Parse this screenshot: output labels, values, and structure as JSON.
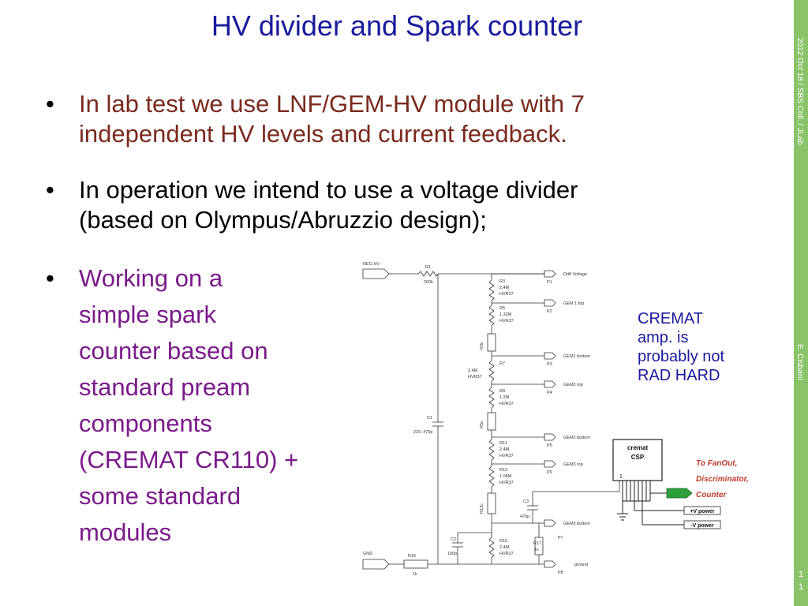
{
  "slide": {
    "title": "HV divider and Spark counter",
    "sidebar_top": "2012 Oct 18 / SBS Coll. / JLab",
    "sidebar_author": "E. Cisbani",
    "page_num_1": "1",
    "page_num_2": "1"
  },
  "bullets": [
    {
      "lines": [
        "In lab test we use LNF/GEM-HV module with 7",
        "independent HV levels and current feedback."
      ],
      "color": "#7a2a1e"
    },
    {
      "lines": [
        "In operation we intend to use a voltage divider",
        "(based on Olympus/Abruzzio design);"
      ],
      "color": "#000000"
    },
    {
      "lines": [
        "Working on a",
        "simple spark",
        "counter based on",
        "standard pream",
        "components",
        "(CREMAT CR110) +",
        "some standard",
        "modules"
      ],
      "color": "#7a1a8a"
    }
  ],
  "annotation": {
    "lines": [
      "CREMAT",
      "amp. is",
      "probably not",
      "RAD HARD"
    ]
  },
  "schematic": {
    "neg_hv": "NEG HV",
    "gnd": "GND",
    "r1": "R1",
    "r1_val": "200k",
    "rm": "R16",
    "rm_val": "1k",
    "c1": "C1",
    "c1_val": "220..470p",
    "c2": "C2",
    "c2_val": "100p",
    "c3": "C3",
    "c3_val": "470p",
    "rlab_a": "R3c",
    "rlab_b": "R5c",
    "rlab_c": "R13c",
    "r17": "R17",
    "r17_val": "1k",
    "resistors": [
      {
        "name": "R3",
        "val": "2.4M",
        "type": "HVR37"
      },
      {
        "name": "R5",
        "val": "1.32M",
        "type": "HVR37"
      },
      {
        "name": "R7",
        "val": "2.4M",
        "type": "HVR37"
      },
      {
        "name": "R9",
        "val": "1.2M",
        "type": "HVR37"
      },
      {
        "name": "R11",
        "val": "2.4M",
        "type": "HVR37"
      },
      {
        "name": "R13",
        "val": "1.08M",
        "type": "HVR37"
      },
      {
        "name": "R15",
        "val": "2.4M",
        "type": "HVR37"
      }
    ],
    "outputs": [
      {
        "label": "Drift Voltage",
        "pin": "P1"
      },
      {
        "label": "GEM 1 top",
        "pin": "P2"
      },
      {
        "label": "GEM1 bottom",
        "pin": "P3"
      },
      {
        "label": "GEM2 top",
        "pin": "P4"
      },
      {
        "label": "GEM2 bottom",
        "pin": "P5"
      },
      {
        "label": "GEM3 top",
        "pin": "P6"
      },
      {
        "label": "GEM3 bottom",
        "pin": "P7"
      },
      {
        "label": "ground",
        "pin": "P8"
      }
    ],
    "cremat_line1": "cremat",
    "cremat_line2": "CSP",
    "cremat_pin": "1",
    "fanout": [
      "To FanOut,",
      "Discriminator,",
      "Counter"
    ],
    "vpos": "+V power",
    "vneg": "-V power"
  },
  "colors": {
    "title": "#1a1a9c",
    "sidebar": "#89c46a",
    "fanout_text": "#c0392b",
    "green_arrow": "#2e9e3a"
  }
}
